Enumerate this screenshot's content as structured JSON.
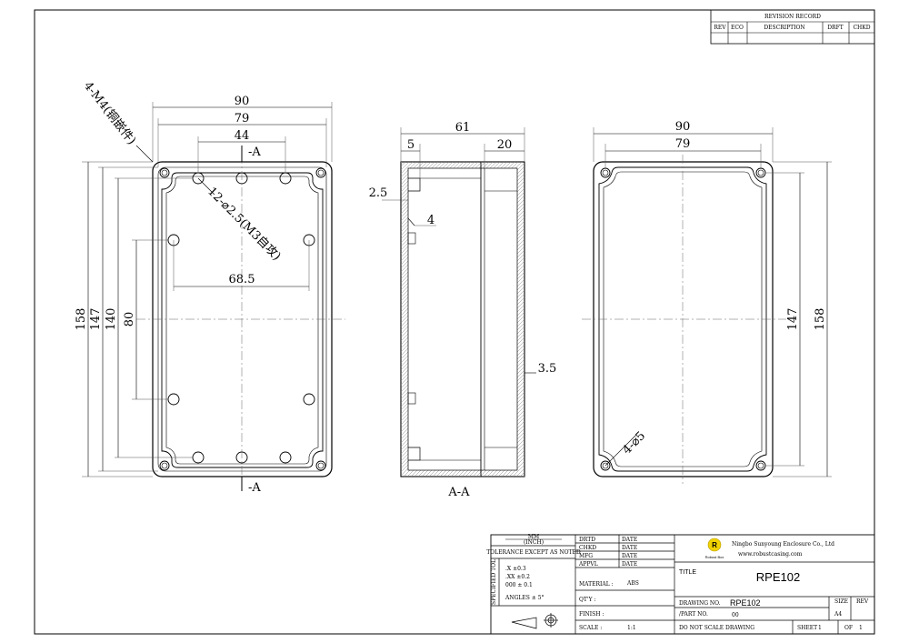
{
  "revision": {
    "header": "REVISION RECORD",
    "columns": [
      "REV",
      "ECO",
      "DESCRIPTION",
      "DRFT",
      "CHKD"
    ]
  },
  "front_view": {
    "dims": {
      "w90": "90",
      "w79": "79",
      "w44": "44",
      "w68": "68.5",
      "h158": "158",
      "h147": "147",
      "h140": "140",
      "h80": "80"
    },
    "notes": {
      "m4": "4-M4(铜嵌件)",
      "holes": "12-⌀2.5(M3自攻)"
    },
    "section_top": "A",
    "section_bottom": "A"
  },
  "section_view": {
    "dims": {
      "w61": "61",
      "w5": "5",
      "w20": "20",
      "t25": "2.5",
      "t4": "4",
      "t35": "3.5"
    },
    "label": "A-A"
  },
  "back_view": {
    "dims": {
      "w90": "90",
      "w79": "79",
      "h147": "147",
      "h158": "158"
    },
    "note": "4-⌀5"
  },
  "title_block": {
    "tolerance": {
      "unit": "MM",
      "unit_sub": "(INCH)",
      "except": "TOLERANCE EXCEPT AS NOTED",
      "label": "SPECIFIED TOL",
      "r1": ".X  ±0.3",
      "r2": ".XX ±0.2",
      "r3": "000 ± 0.1",
      "r4": "ANGLES ± 5°"
    },
    "sign": {
      "rows": [
        "DRTD",
        "CHKD",
        "MFG",
        "APPVL"
      ],
      "date": "DATE"
    },
    "material_label": "MATERIAL :",
    "material_value": "ABS",
    "qty_label": "QT'Y :",
    "finish_label": "FINISH :",
    "scale_label": "SCALE :",
    "scale_value": "1:1",
    "company": "Ningbo Sunyoung Enclosure Co., Ltd",
    "website": "www.robustcasing.com",
    "logo_text": "Robust Box",
    "title_label": "TITLE",
    "title_value": "RPE102",
    "drawing_no_label": "DRAWING NO.",
    "drawing_no_value": "RPE102",
    "part_no_label": "/PART NO.",
    "part_no_value": "00",
    "size_label": "SIZE",
    "size_value": "A4",
    "rev_label": "REV",
    "no_scale": "DO NOT SCALE DRAWING",
    "sheet_label": "SHEET",
    "sheet_value": "1",
    "of_label": "OF",
    "of_value": "1"
  }
}
